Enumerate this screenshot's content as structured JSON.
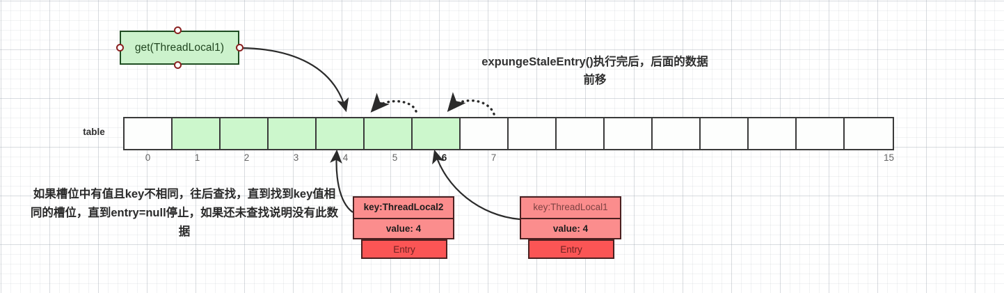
{
  "diagram": {
    "title": "expungeStaleEntry()执行完后，后面的数据前移",
    "note": "如果槽位中有值且key不相同，往后查找，直到找到key值相同的槽位，直到entry=null停止，如果还未查找说明没有此数据"
  },
  "call_box": {
    "label": "get(ThreadLocal1)",
    "fill_color": "#ccf2cc",
    "border_color": "#1f4d22",
    "handle_color": "#8a2020"
  },
  "table": {
    "label": "table",
    "filled_color": "#ccf7cc",
    "empty_color": "#fdfefd",
    "cells": [
      {
        "index": "0",
        "filled": false,
        "label_bold": false
      },
      {
        "index": "1",
        "filled": true,
        "label_bold": false
      },
      {
        "index": "2",
        "filled": true,
        "label_bold": false
      },
      {
        "index": "3",
        "filled": true,
        "label_bold": false
      },
      {
        "index": "4",
        "filled": true,
        "label_bold": false
      },
      {
        "index": "5",
        "filled": true,
        "label_bold": false
      },
      {
        "index": "6",
        "filled": true,
        "label_bold": true
      },
      {
        "index": "7",
        "filled": false,
        "label_bold": false
      },
      {
        "index": "",
        "filled": false,
        "label_bold": false
      },
      {
        "index": "",
        "filled": false,
        "label_bold": false
      },
      {
        "index": "",
        "filled": false,
        "label_bold": false
      },
      {
        "index": "",
        "filled": false,
        "label_bold": false
      },
      {
        "index": "",
        "filled": false,
        "label_bold": false
      },
      {
        "index": "",
        "filled": false,
        "label_bold": false
      },
      {
        "index": "",
        "filled": false,
        "label_bold": false
      },
      {
        "index": "15",
        "filled": false,
        "label_bold": false
      }
    ]
  },
  "entries": [
    {
      "key": "key:ThreadLocal2",
      "value": "value: 4",
      "footer": "Entry",
      "key_dim": false,
      "points_to_index": "4"
    },
    {
      "key": "key:ThreadLocal1",
      "value": "value: 4",
      "footer": "Entry",
      "key_dim": true,
      "points_to_index": "6"
    }
  ],
  "shift_arrows": [
    {
      "from_index": "6",
      "to_index": "5",
      "style": "dotted"
    },
    {
      "from_index": "7",
      "to_index": "6",
      "style": "dotted"
    }
  ],
  "colors": {
    "entry_kv_fill": "#fb8d8d",
    "entry_footer_fill": "#fb5555",
    "entry_border": "#4a2020",
    "arrow": "#2b2b2b"
  }
}
